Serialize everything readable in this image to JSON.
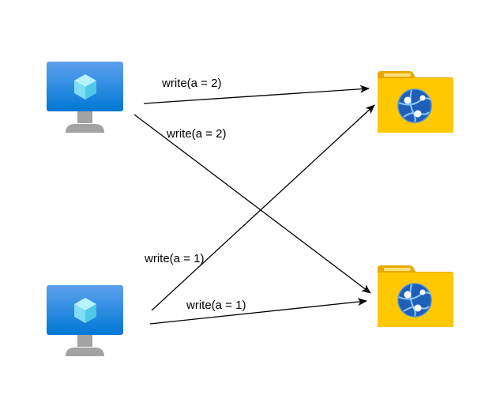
{
  "nodes": [
    {
      "id": "vm-top",
      "kind": "virtual-machine-icon"
    },
    {
      "id": "vm-bottom",
      "kind": "virtual-machine-icon"
    },
    {
      "id": "storage-top",
      "kind": "web-app-folder-icon"
    },
    {
      "id": "storage-bottom",
      "kind": "web-app-folder-icon"
    }
  ],
  "edges": [
    {
      "from": "vm-top",
      "to": "storage-top",
      "label": "write(a = 2)"
    },
    {
      "from": "vm-top",
      "to": "storage-bottom",
      "label": "write(a = 2)"
    },
    {
      "from": "vm-bottom",
      "to": "storage-top",
      "label": "write(a = 1)"
    },
    {
      "from": "vm-bottom",
      "to": "storage-bottom",
      "label": "write(a = 1)"
    }
  ],
  "colors": {
    "monitor_top": "#5EA0EF",
    "monitor_bottom": "#0078D4",
    "stand": "#A3A3A3",
    "cube_light": "#B8F4FF",
    "cube_mid": "#80DDF8",
    "cube_dark": "#50C8E8",
    "folder_tab": "#E8A800",
    "folder_body": "#FFC800",
    "globe": "#1F5FB8",
    "arrow": "#000000"
  }
}
